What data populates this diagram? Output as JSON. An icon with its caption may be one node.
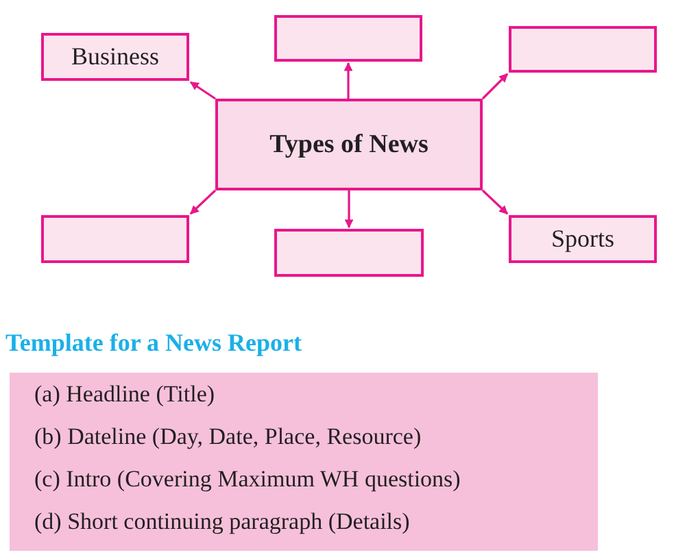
{
  "diagram": {
    "nodes": [
      {
        "text": [
          "Types of News"
        ]
      },
      {
        "text": [
          "Business"
        ]
      },
      {
        "text": [],
        "shape": "box"
      },
      {
        "text": [],
        "shape": "box"
      },
      {
        "text": [],
        "shape": "box"
      },
      {
        "text": [],
        "shape": "box"
      },
      {
        "text": [
          "Sports"
        ]
      },
      {
        "text": [
          "Template for a News Report",
          "(a) Headline (Title)",
          "(b) Dateline (Day, Date, Place, Resource)",
          "(c) Intro (Covering Maximum WH questions)",
          "(d) Short continuing paragraph (Details)"
        ]
      }
    ],
    "edges": [
      {
        "from": 0,
        "to": 1,
        "arrow": "to"
      },
      {
        "from": 0,
        "to": 2,
        "arrow": "to"
      },
      {
        "from": 0,
        "to": 3,
        "arrow": "to"
      },
      {
        "from": 0,
        "to": 4,
        "arrow": "to"
      },
      {
        "from": 0,
        "to": 5,
        "arrow": "to"
      },
      {
        "from": 0,
        "to": 6,
        "arrow": "to"
      }
    ]
  }
}
